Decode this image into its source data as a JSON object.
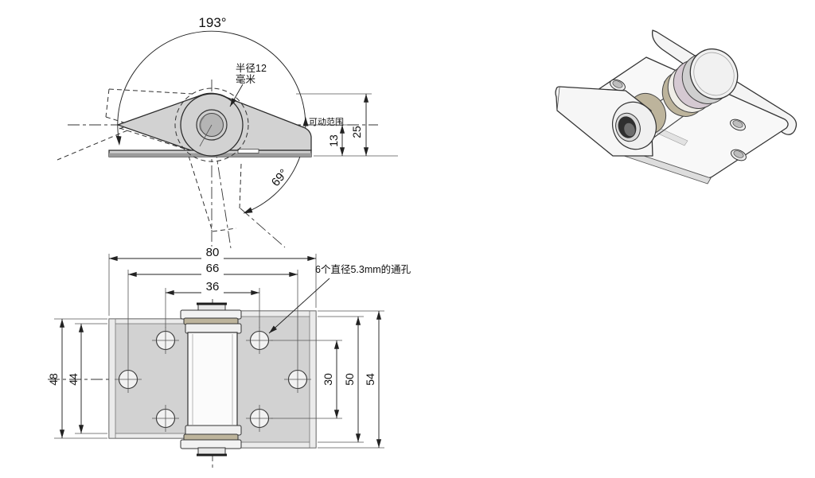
{
  "front_view": {
    "angle_range": "193°",
    "angle_open": "69°",
    "radius_note_line1": "半径12",
    "radius_note_line2": "毫米",
    "range_label": "可动范围",
    "dim_13": "13",
    "dim_25": "25"
  },
  "top_view": {
    "dim_80": "80",
    "dim_66": "66",
    "dim_36": "36",
    "dim_48": "48",
    "dim_44": "44",
    "dim_30": "30",
    "dim_50": "50",
    "dim_54": "54",
    "holes_note": "6个直径5.3mm的通孔"
  },
  "colors": {
    "background": "#ffffff",
    "line": "#2a2a2a",
    "plate_gray": "#d2d2d2",
    "plate_edge_light": "#ebebeb",
    "plate_dark_strip": "#9b9b9b",
    "washer_khaki": "#bdb49c",
    "washer_mauve": "#d5c9d2",
    "metal_white": "#f4f4f4"
  }
}
